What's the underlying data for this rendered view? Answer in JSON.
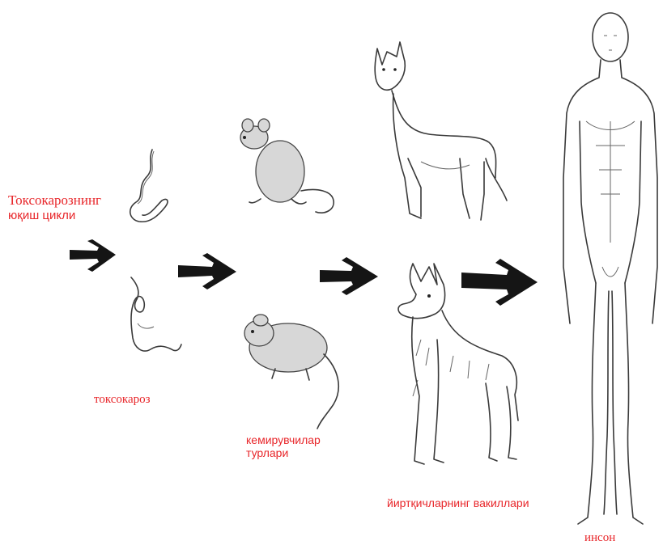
{
  "title": {
    "line1": "Токсокарознинг",
    "line2": "юқиш цикли"
  },
  "labels": {
    "worms": "токсокароз",
    "rodents_line1": "кемирувчилар",
    "rodents_line2": "турлари",
    "predators": "йиртқичларнинг вакиллари",
    "human": "инсон"
  },
  "colors": {
    "label_text": "#e8262a",
    "arrow": "#151515",
    "sketch": "#3a3a3a"
  }
}
